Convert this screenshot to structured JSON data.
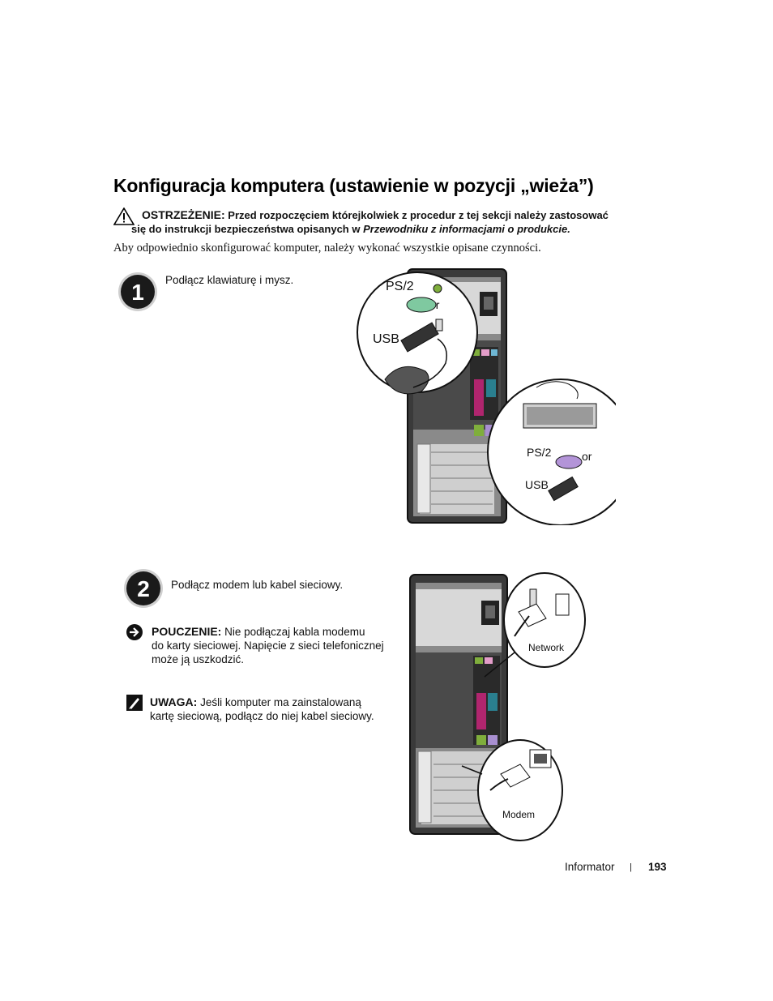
{
  "page": {
    "title": "Konfiguracja komputera (ustawienie w pozycji „wieża”)",
    "warning": {
      "label": "OSTRZEŻENIE:",
      "text_a": "Przed rozpoczęciem którejkolwiek z procedur z tej sekcji należy zastosować",
      "text_b": "się do instrukcji bezpieczeństwa opisanych w ",
      "text_italic": "Przewodniku z informacjami o produkcie."
    },
    "intro": "Aby odpowiednio skonfigurować komputer, należy wykonać wszystkie opisane czynności."
  },
  "step1": {
    "number": "1",
    "text": "Podłącz klawiaturę i mysz.",
    "figure_labels": {
      "ps2_a": "PS/2",
      "or_a": "or",
      "usb_a": "USB",
      "ps2_b": "PS/2",
      "or_b": "or",
      "usb_b": "USB"
    }
  },
  "step2": {
    "number": "2",
    "text": "Podłącz modem lub kabel sieciowy.",
    "notice": {
      "label": "POUCZENIE:",
      "text_a": "Nie podłączaj kabla modemu",
      "text_b": "do karty sieciowej. Napięcie z sieci telefonicznej",
      "text_c": "może ją uszkodzić."
    },
    "note": {
      "label": "UWAGA:",
      "text_a": "Jeśli komputer ma zainstalowaną",
      "text_b": "kartę sieciową, podłącz do niej kabel sieciowy."
    },
    "figure_labels": {
      "network": "Network",
      "modem": "Modem"
    }
  },
  "footer": {
    "section": "Informator",
    "separator": "|",
    "page_number": "193"
  }
}
